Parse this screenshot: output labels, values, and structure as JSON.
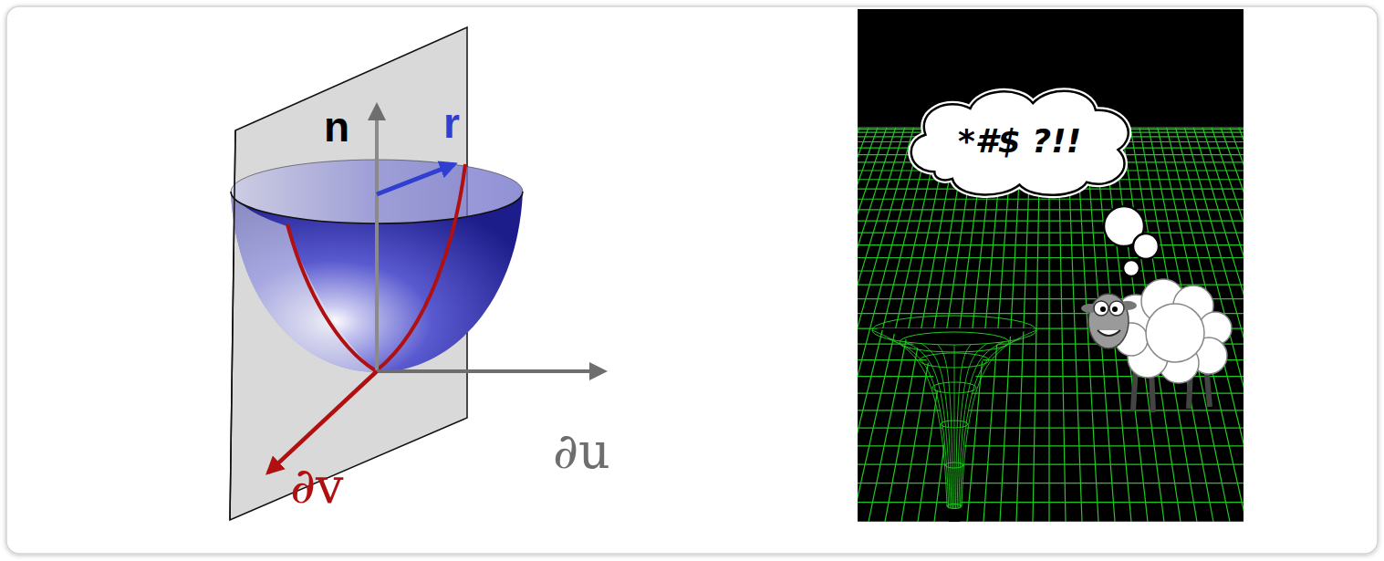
{
  "diagram": {
    "nodes": [
      {
        "text": [
          "*#$ ?!!"
        ]
      }
    ],
    "labels": [
      "n",
      "r",
      "∂u",
      "∂v"
    ]
  }
}
